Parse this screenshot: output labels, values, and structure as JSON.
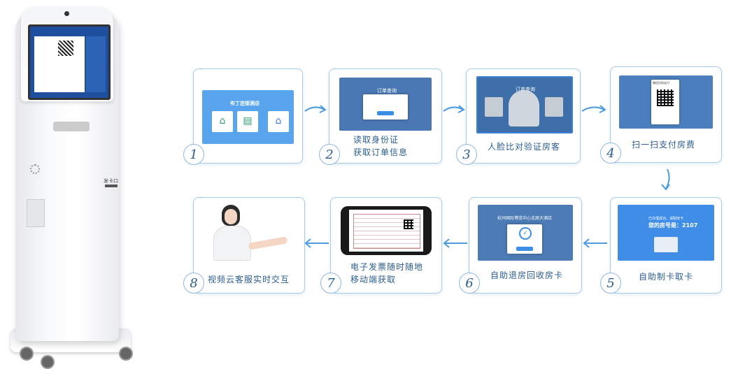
{
  "kiosk": {
    "card_label": "发卡口"
  },
  "steps": [
    {
      "num": "1",
      "lines": []
    },
    {
      "num": "2",
      "lines": [
        "读取身份证",
        "获取订单信息"
      ]
    },
    {
      "num": "3",
      "lines": [
        "人脸比对验证房客"
      ]
    },
    {
      "num": "4",
      "lines": [
        "扫一扫支付房费"
      ]
    },
    {
      "num": "5",
      "lines": [
        "自助制卡取卡"
      ]
    },
    {
      "num": "6",
      "lines": [
        "自助退房回收房卡"
      ]
    },
    {
      "num": "7",
      "lines": [
        "电子发票随时随地",
        "移动端获取"
      ]
    },
    {
      "num": "8",
      "lines": [
        "视频云客服实时交互"
      ]
    }
  ],
  "screens": {
    "s1_title": "布丁连锁酒店",
    "s2_title": "订单查询",
    "s3_title": "订单查询",
    "s4_title": "微信扫码支付",
    "s5_line1": "已办理成功，请取房卡",
    "s5_line2": "您的房号是：2107",
    "s6_title": "杭州国际博览中心北辰大酒店"
  },
  "colors": {
    "accent": "#2a5d8f",
    "border": "#a8cbe9",
    "screen_blue": "#4a8fe0"
  }
}
